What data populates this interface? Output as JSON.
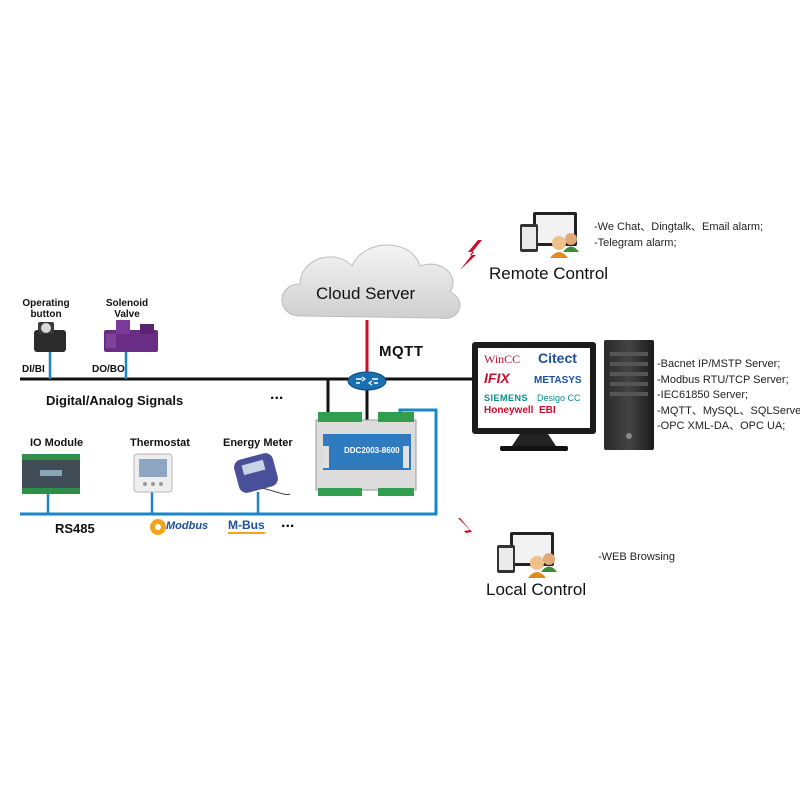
{
  "nodes": {
    "cloud": "Cloud Server",
    "mqtt": "MQTT",
    "remote_control": "Remote Control",
    "local_control": "Local Control",
    "controller_model": "DDC2003-8600",
    "operating_button": "Operating button",
    "solenoid_valve": "Solenoid Valve",
    "di_bi": "DI/BI",
    "do_bo": "DO/BO",
    "digital_analog": "Digital/Analog Signals",
    "io_module": "IO Module",
    "thermostat": "Thermostat",
    "energy_meter": "Energy Meter",
    "rs485": "RS485",
    "ellipsis": "..."
  },
  "remote_features": [
    "-We Chat、Dingtalk、Email alarm;",
    "-Telegram alarm;"
  ],
  "local_features": [
    "-WEB Browsing"
  ],
  "server_protocols": [
    "-Bacnet IP/MSTP Server;",
    "-Modbus RTU/TCP Server;",
    "-IEC61850 Server;",
    "-MQTT、MySQL、SQLServer;",
    "-OPC XML-DA、OPC UA;"
  ],
  "scada_logos": {
    "wincc": "WinCC",
    "citect": "Citect",
    "ifix": "IFIX",
    "metasys": "METASYS",
    "siemens": "SIEMENS",
    "desigo": "Desigo CC",
    "honeywell": "Honeywell",
    "ebi": "EBI"
  },
  "protocol_logos": {
    "modbus": "Modbus",
    "mbus": "M-Bus"
  },
  "colors": {
    "bus_blue": "#1a86c8",
    "mqtt_red": "#c8102e",
    "lightning": "#c8102e"
  }
}
